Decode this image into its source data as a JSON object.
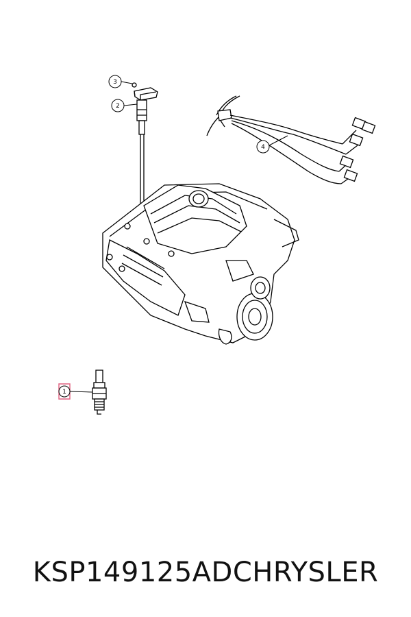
{
  "callouts": {
    "c1": "1",
    "c2": "2",
    "c3": "3",
    "c4": "4"
  },
  "highlight_color": "#e06080",
  "footer": {
    "part_number": "KSP149125AD",
    "brand": "CHRYSLER"
  }
}
